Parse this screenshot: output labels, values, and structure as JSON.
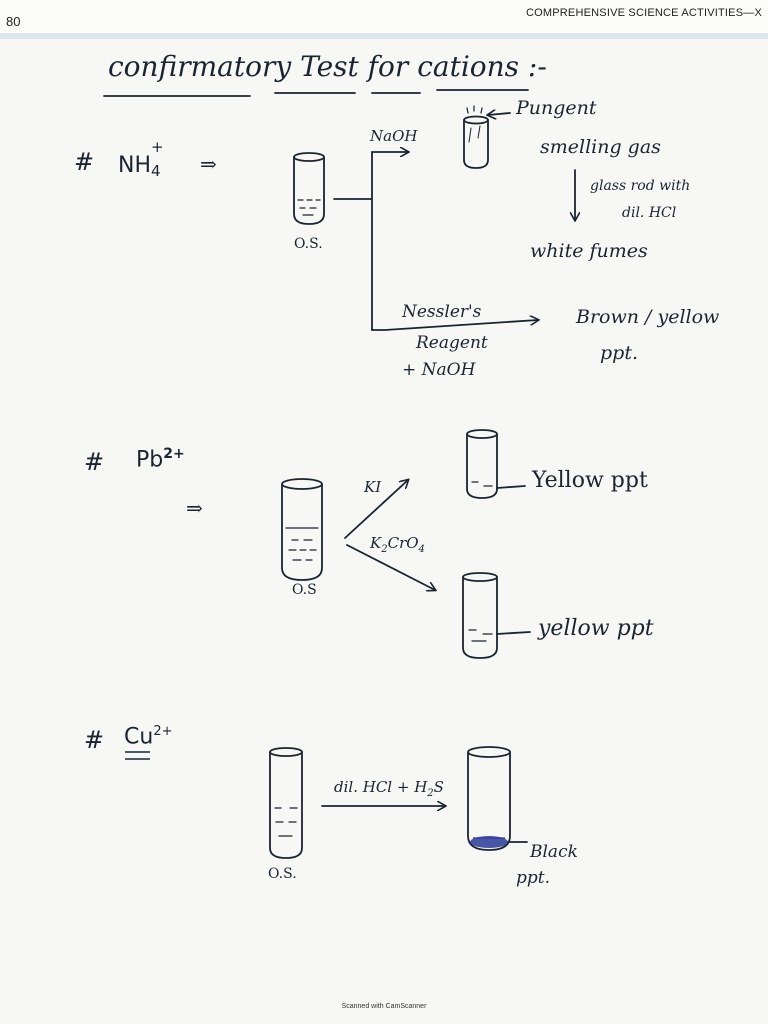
{
  "header": {
    "page_number": "80",
    "book_title": "COMPREHENSIVE SCIENCE ACTIVITIES—X"
  },
  "heading": "confirmatory Test for cations :-",
  "tests": [
    {
      "hash": "#",
      "ion": "NH",
      "ion_sub": "4",
      "ion_sup": "+",
      "implies": "⇒",
      "solution_label": "O.S.",
      "branch_top_reagent": "NaOH",
      "gas_note_1": "Pungent",
      "gas_note_2": "smelling gas",
      "glass_rod_1": "glass rod with",
      "glass_rod_2": "dil. HCl",
      "fumes_result": "white fumes",
      "branch_bottom_reagent_1": "Nessler's",
      "branch_bottom_reagent_2": "Reagent",
      "branch_bottom_reagent_3": "+ NaOH",
      "bottom_result_1": "Brown / yellow",
      "bottom_result_2": "ppt."
    },
    {
      "hash": "#",
      "ion": "Pb",
      "ion_sup": "2+",
      "implies": "⇒",
      "solution_label": "O.S",
      "reagent_a": "KI",
      "result_a": "Yellow ppt",
      "reagent_b_main": "K",
      "reagent_b_sub1": "2",
      "reagent_b_mid": "CrO",
      "reagent_b_sub2": "4",
      "result_b": "yellow ppt"
    },
    {
      "hash": "#",
      "ion": "Cu",
      "ion_sup": "2+",
      "solution_label": "O.S.",
      "reagent": "dil. HCl + H",
      "reagent_sub": "2",
      "reagent_tail": "S",
      "result_1": "Black",
      "result_2": "ppt."
    }
  ],
  "footer": "Scanned with CamScanner",
  "colors": {
    "ink": "#1c2430",
    "ppt_blue": "#2a3a9a",
    "paper": "#f7f7f5"
  }
}
